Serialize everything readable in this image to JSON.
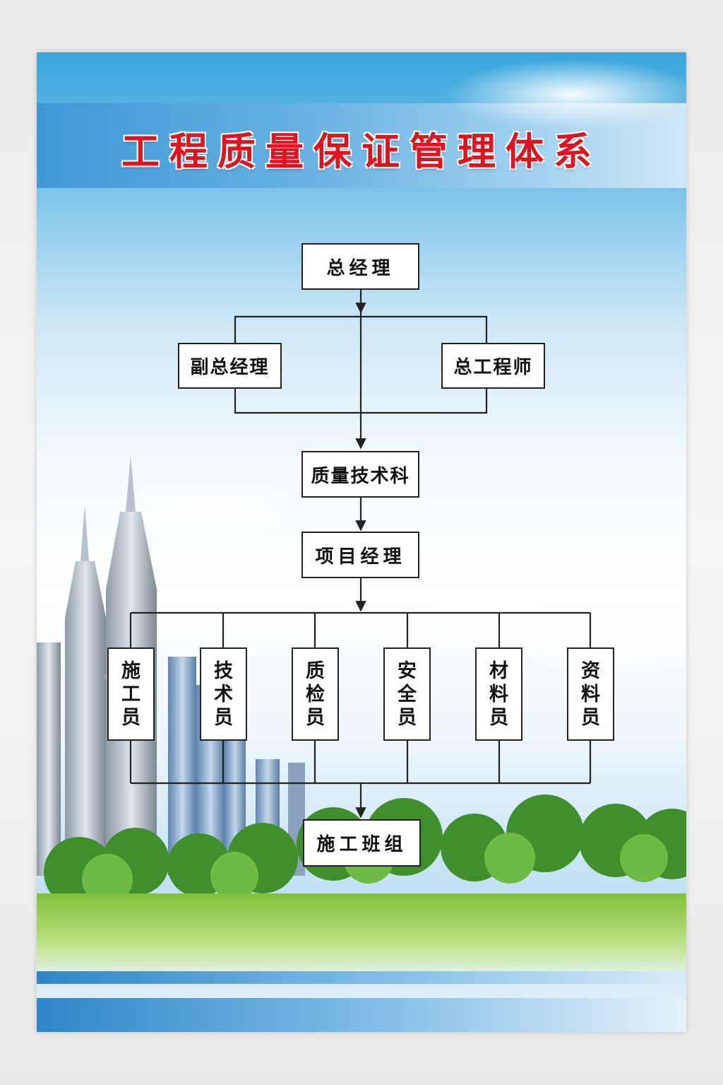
{
  "poster": {
    "title": "工程质量保证管理体系",
    "colors": {
      "title": "#e0141e",
      "accent_blue": "#3f98d6",
      "line": "#222222"
    }
  },
  "org": {
    "general_manager": "总经理",
    "deputy_general_manager": "副总经理",
    "chief_engineer": "总工程师",
    "quality_tech_dept": "质量技术科",
    "project_manager": "项目经理",
    "roles": [
      "施工员",
      "技术员",
      "质检员",
      "安全员",
      "材料员",
      "资料员"
    ],
    "construction_team": "施工班组"
  }
}
